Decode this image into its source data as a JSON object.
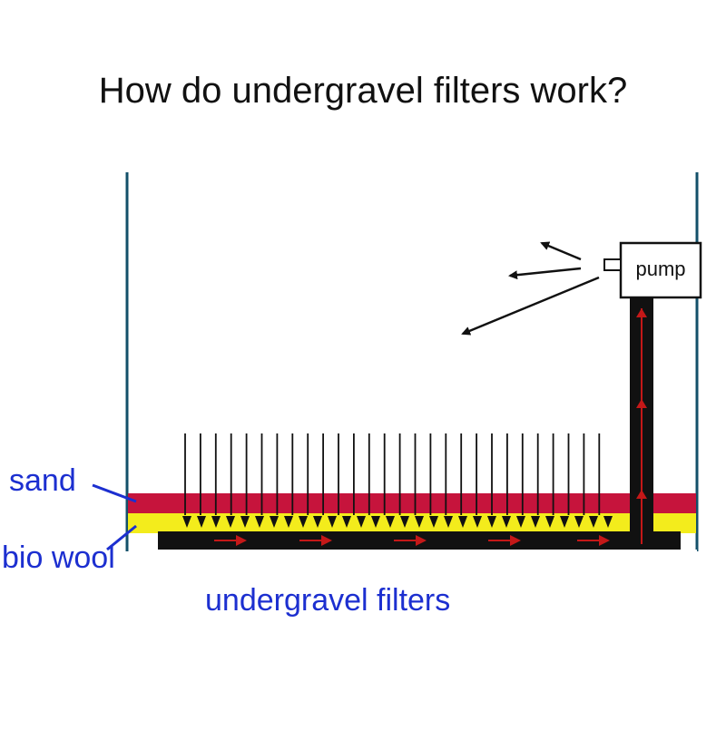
{
  "title": "How do undergravel filters work?",
  "labels": {
    "sand": "sand",
    "bio_wool": "bio wool",
    "undergravel_filters": "undergravel filters",
    "pump": "pump"
  },
  "colors": {
    "label_blue": "#1c2fd0",
    "tank_wall": "#13506a",
    "sand_red": "#c6143c",
    "wool_yellow": "#f3ec1c",
    "plate_black": "#111111",
    "flow_red": "#c41818"
  }
}
